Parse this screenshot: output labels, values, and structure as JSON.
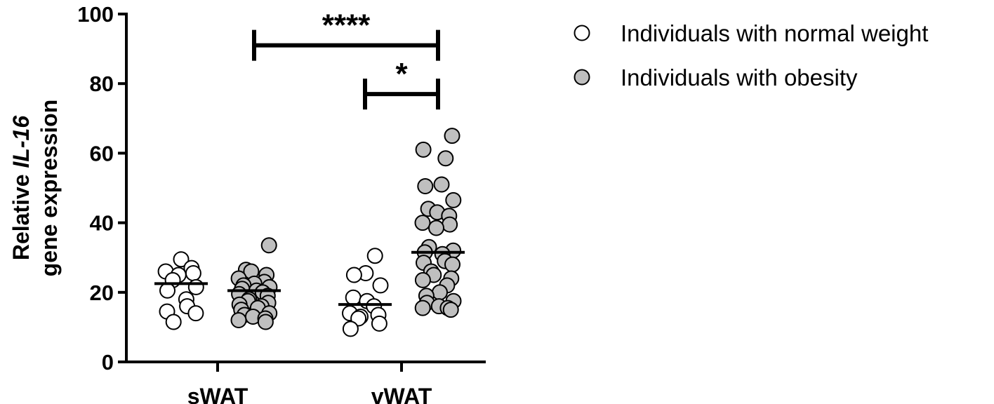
{
  "chart_data": {
    "type": "scatter",
    "ylabel_line1_prefix": "Relative ",
    "ylabel_line1_italic": "IL-16",
    "ylabel_line2": "gene expression",
    "ylim": [
      0,
      100
    ],
    "yticks": [
      0,
      20,
      40,
      60,
      80,
      100
    ],
    "categories": [
      "sWAT",
      "vWAT"
    ],
    "legend_position": "top-right",
    "series": [
      {
        "name": "Individuals with normal weight",
        "fill": "#ffffff",
        "points": {
          "sWAT": [
            29.5,
            27,
            26,
            25.5,
            25,
            23.5,
            21.5,
            20.5,
            18,
            16,
            14.5,
            14,
            11.5
          ],
          "vWAT": [
            30.5,
            25.5,
            25,
            22,
            18.5,
            17.5,
            16,
            14,
            13.5,
            13,
            12.5,
            11,
            9.5
          ]
        },
        "medians": {
          "sWAT": 22.5,
          "vWAT": 16.5
        }
      },
      {
        "name": "Individuals with obesity",
        "fill": "#bfbfbf",
        "points": {
          "sWAT": [
            33.5,
            26.5,
            26,
            25,
            24,
            23,
            22.5,
            22,
            21.5,
            21,
            20.5,
            20,
            19.5,
            19,
            18,
            17.5,
            17,
            16.5,
            16,
            15.5,
            15,
            14,
            13.5,
            13,
            12.5,
            12,
            11.5
          ],
          "vWAT": [
            65,
            61,
            58.5,
            51,
            50.5,
            46.5,
            44,
            43,
            42,
            40,
            39.5,
            38.5,
            33,
            32,
            31.5,
            31,
            29,
            28.5,
            28,
            26,
            25,
            24,
            23.5,
            22,
            20,
            19,
            17.5,
            17,
            16,
            15.5,
            15.5,
            15
          ]
        },
        "medians": {
          "sWAT": 20.5,
          "vWAT": 31.5
        }
      }
    ],
    "significance": [
      {
        "label": "****",
        "bracket_y": 91,
        "from": "sWAT obesity",
        "to": "vWAT obesity"
      },
      {
        "label": "*",
        "bracket_y": 77,
        "from": "vWAT normal weight",
        "to": "vWAT obesity"
      }
    ]
  }
}
